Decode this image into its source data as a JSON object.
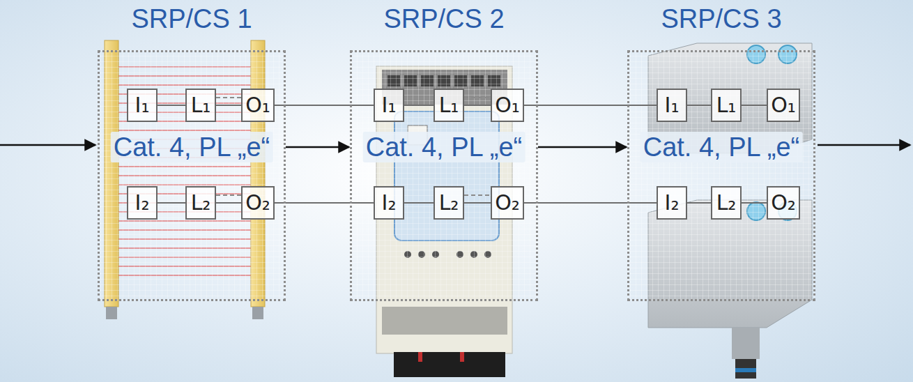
{
  "diagram": {
    "nodes": [
      {
        "text": [
          "SRP/CS 1",
          "Cat. 4, PL „e“"
        ]
      },
      {
        "text": [
          "I₁"
        ],
        "in": 0
      },
      {
        "text": [
          "L₁"
        ],
        "in": 0
      },
      {
        "text": [
          "O₁"
        ],
        "in": 0
      },
      {
        "text": [
          "I₂"
        ],
        "in": 0
      },
      {
        "text": [
          "L₂"
        ],
        "in": 0
      },
      {
        "text": [
          "O₂"
        ],
        "in": 0
      },
      {
        "text": [
          "SRP/CS 2",
          "Cat. 4, PL „e“"
        ]
      },
      {
        "text": [
          "I₁"
        ],
        "in": 7
      },
      {
        "text": [
          "L₁"
        ],
        "in": 7
      },
      {
        "text": [
          "O₁"
        ],
        "in": 7
      },
      {
        "text": [
          "I₂"
        ],
        "in": 7
      },
      {
        "text": [
          "L₂"
        ],
        "in": 7
      },
      {
        "text": [
          "O₂"
        ],
        "in": 7
      },
      {
        "text": [
          "SRP/CS 3",
          "Cat. 4, PL „e“"
        ]
      },
      {
        "text": [
          "I₁"
        ],
        "in": 14
      },
      {
        "text": [
          "L₁"
        ],
        "in": 14
      },
      {
        "text": [
          "O₁"
        ],
        "in": 14
      },
      {
        "text": [
          "I₂"
        ],
        "in": 14
      },
      {
        "text": [
          "L₂"
        ],
        "in": 14
      },
      {
        "text": [
          "O₂"
        ],
        "in": 14
      }
    ],
    "edges": [
      {
        "from": 1,
        "to": 2,
        "arrow": "none"
      },
      {
        "from": 2,
        "to": 3,
        "arrow": "none"
      },
      {
        "from": 2,
        "to": 3,
        "arrow": "none"
      },
      {
        "from": 4,
        "to": 5,
        "arrow": "none"
      },
      {
        "from": 5,
        "to": 6,
        "arrow": "none"
      },
      {
        "from": 5,
        "to": 6,
        "arrow": "none"
      },
      {
        "from": 0,
        "to": 7,
        "arrow": "to"
      },
      {
        "from": 3,
        "to": 8,
        "arrow": "none"
      },
      {
        "from": 6,
        "to": 11,
        "arrow": "none"
      },
      {
        "from": 8,
        "to": 9,
        "arrow": "none"
      },
      {
        "from": 9,
        "to": 10,
        "arrow": "none"
      },
      {
        "from": 9,
        "to": 10,
        "arrow": "none"
      },
      {
        "from": 11,
        "to": 12,
        "arrow": "none"
      },
      {
        "from": 12,
        "to": 13,
        "arrow": "none"
      },
      {
        "from": 12,
        "to": 13,
        "arrow": "none"
      },
      {
        "from": 7,
        "to": 14,
        "arrow": "to"
      },
      {
        "from": 10,
        "to": 15,
        "arrow": "none"
      },
      {
        "from": 13,
        "to": 18,
        "arrow": "none"
      },
      {
        "from": 15,
        "to": 16,
        "arrow": "none"
      },
      {
        "from": 16,
        "to": 17,
        "arrow": "none"
      },
      {
        "from": 18,
        "to": 19,
        "arrow": "none"
      },
      {
        "from": 19,
        "to": 20,
        "arrow": "none"
      }
    ]
  }
}
